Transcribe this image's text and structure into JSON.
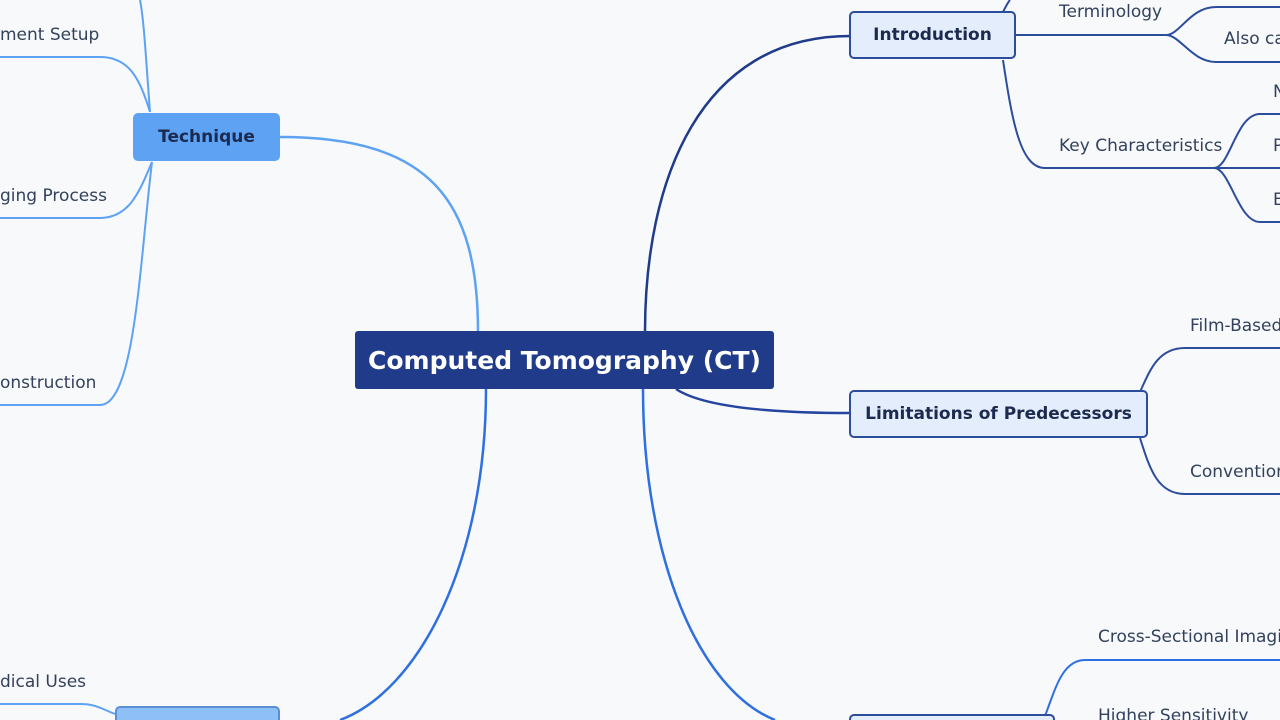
{
  "colors": {
    "background": "#f7f9fb",
    "root_fill": "#1f3b8a",
    "dark_branch": "#1f3b8a",
    "mid_branch": "#2f6fe0",
    "light_branch": "#5ea2f4",
    "light_node_fill": "#e4edfb",
    "leaf_text": "#33415c"
  },
  "root": {
    "label": "Computed Tomography (CT)"
  },
  "branches": {
    "introduction": {
      "label": "Introduction",
      "children": {
        "terminology": {
          "label": "Terminology",
          "children": [
            "Also ca"
          ]
        },
        "key_characteristics": {
          "label": "Key Characteristics",
          "children": [
            "N",
            "P",
            "E"
          ]
        }
      }
    },
    "limitations": {
      "label": "Limitations of Predecessors",
      "children": [
        "Film-Based",
        "Convention"
      ]
    },
    "advantages": {
      "label": "",
      "children": [
        "Cross-Sectional Imagin",
        "Higher Sensitivity"
      ]
    },
    "technique": {
      "label": "Technique",
      "children": [
        "ment Setup",
        "ging Process",
        "onstruction"
      ]
    },
    "applications": {
      "label": "",
      "children": [
        "dical Uses"
      ]
    }
  }
}
